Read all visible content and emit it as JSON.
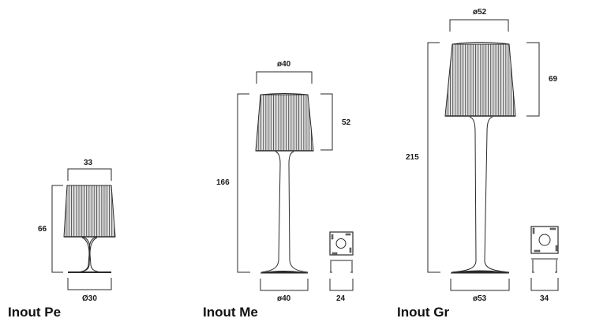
{
  "diagram": {
    "type": "technical-dimension-drawing",
    "subject": "floor and table lamps with pleated shades",
    "colors": {
      "line": "#2a2a2a",
      "background": "#ffffff",
      "text": "#111111"
    }
  },
  "products": [
    {
      "name": "Inout Pe",
      "dimensions": {
        "shade_width": "33",
        "total_height": "66",
        "base_diameter": "Ø30"
      }
    },
    {
      "name": "Inout Me",
      "dimensions": {
        "shade_diameter": "ø40",
        "shade_height": "52",
        "total_height": "166",
        "base_diameter": "ø40",
        "square_base_width": "24"
      }
    },
    {
      "name": "Inout Gr",
      "dimensions": {
        "shade_diameter": "ø52",
        "shade_height": "69",
        "total_height": "215",
        "base_diameter": "ø53",
        "square_base_width": "34"
      }
    }
  ]
}
